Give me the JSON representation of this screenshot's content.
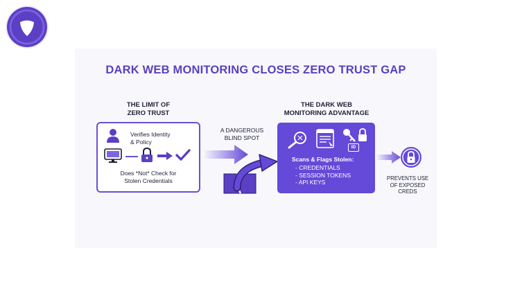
{
  "title": "DARK WEB MONITORING CLOSES ZERO TRUST GAP",
  "left": {
    "heading_line1": "THE LIMIT OF",
    "heading_line2": "ZERO TRUST",
    "verify_line1": "Verifies Identity",
    "verify_line2": "& Policy",
    "check_line1": "Does *Not* Check for",
    "check_line2": "Stolen Credentials"
  },
  "gap": {
    "label_line1": "A DANGEROUS",
    "label_line2": "BLIND SPOT"
  },
  "right": {
    "heading_line1": "THE DARK WEB",
    "heading_line2": "MONITORING ADVANTAGE",
    "id_badge": "ID",
    "scan_label": "Scans & Flags Stolen:",
    "items": [
      "- CREDENTIALS",
      "- SESSION TOKENS",
      "- API KEYS"
    ]
  },
  "outcome": {
    "line1": "PREVENTS USE",
    "line2": "OF EXPOSED",
    "line3": "CREDS"
  },
  "colors": {
    "accent": "#6549d8",
    "title": "#5a3fc0",
    "text": "#1f1f36"
  }
}
